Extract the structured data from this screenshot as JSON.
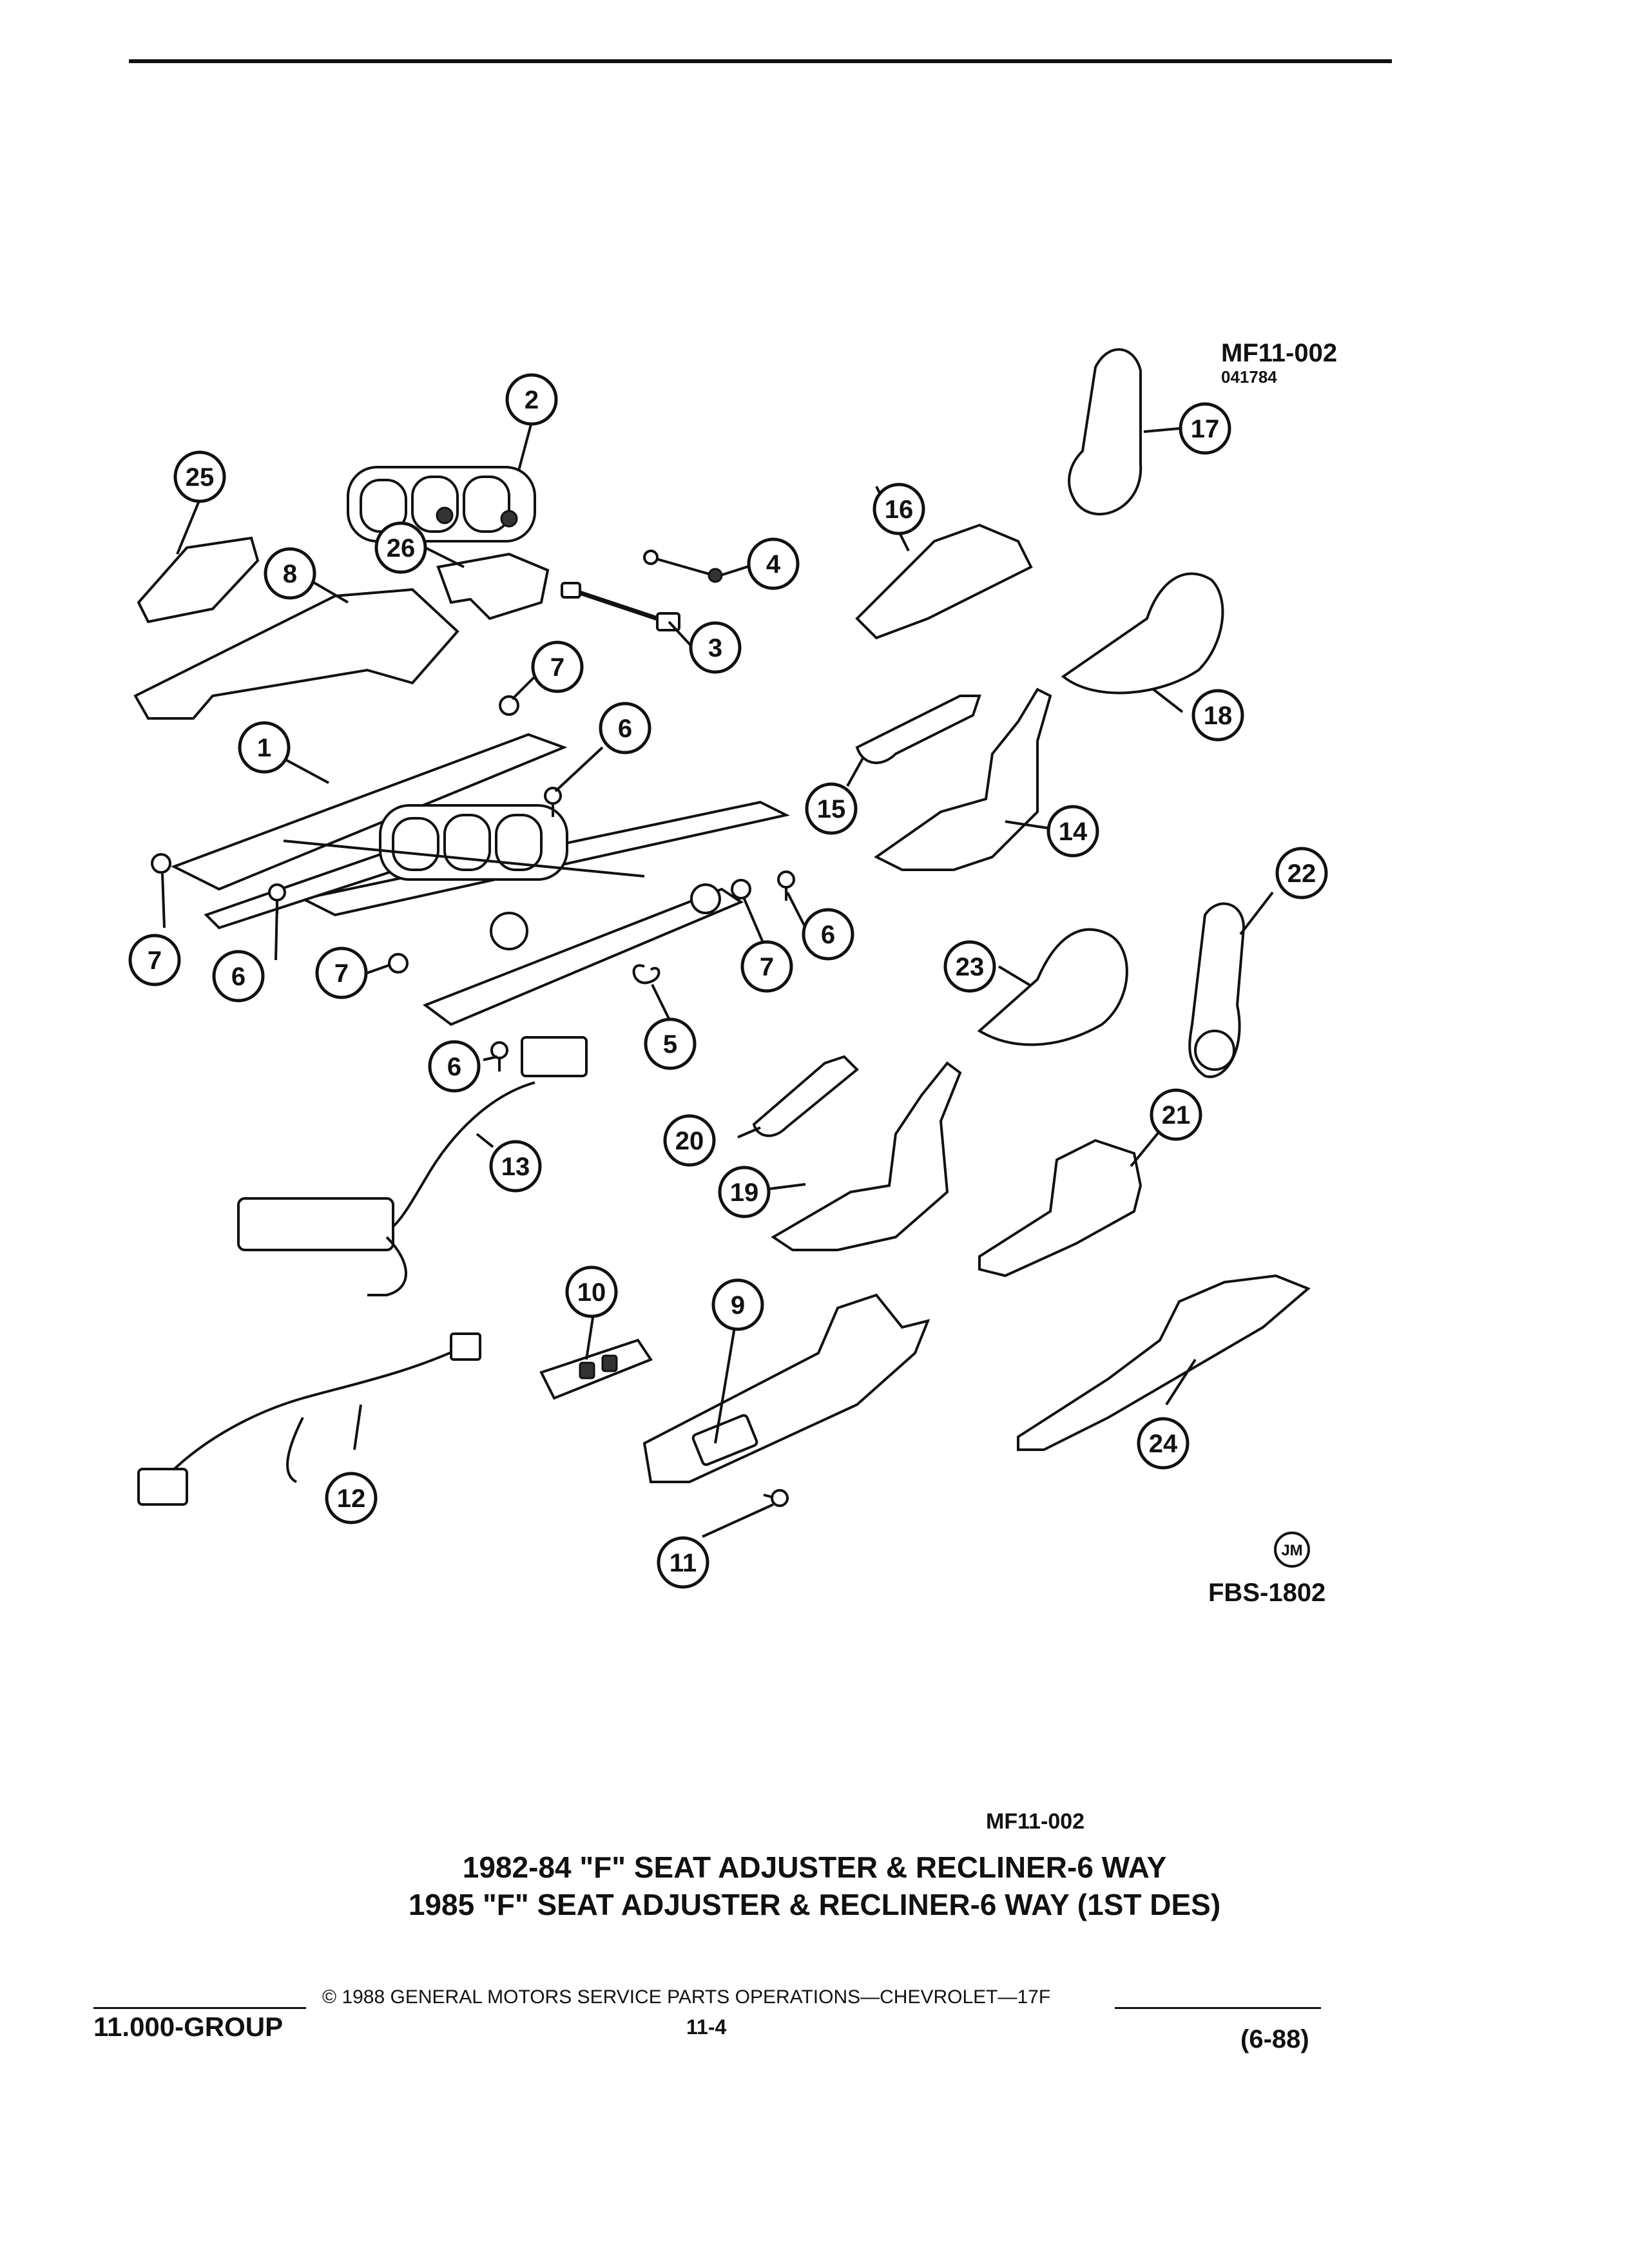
{
  "header": {
    "code": "MF11-002",
    "sub_code": "041784"
  },
  "callouts": [
    {
      "id": "c1",
      "label": "1"
    },
    {
      "id": "c2",
      "label": "2"
    },
    {
      "id": "c3",
      "label": "3"
    },
    {
      "id": "c4",
      "label": "4"
    },
    {
      "id": "c5",
      "label": "5"
    },
    {
      "id": "c6a",
      "label": "6"
    },
    {
      "id": "c6b",
      "label": "6"
    },
    {
      "id": "c6c",
      "label": "6"
    },
    {
      "id": "c6d",
      "label": "6"
    },
    {
      "id": "c7a",
      "label": "7"
    },
    {
      "id": "c7b",
      "label": "7"
    },
    {
      "id": "c7c",
      "label": "7"
    },
    {
      "id": "c7d",
      "label": "7"
    },
    {
      "id": "c8",
      "label": "8"
    },
    {
      "id": "c9",
      "label": "9"
    },
    {
      "id": "c10",
      "label": "10"
    },
    {
      "id": "c11",
      "label": "11"
    },
    {
      "id": "c12",
      "label": "12"
    },
    {
      "id": "c13",
      "label": "13"
    },
    {
      "id": "c14",
      "label": "14"
    },
    {
      "id": "c15",
      "label": "15"
    },
    {
      "id": "c16",
      "label": "16"
    },
    {
      "id": "c17",
      "label": "17"
    },
    {
      "id": "c18",
      "label": "18"
    },
    {
      "id": "c19",
      "label": "19"
    },
    {
      "id": "c20",
      "label": "20"
    },
    {
      "id": "c21",
      "label": "21"
    },
    {
      "id": "c22",
      "label": "22"
    },
    {
      "id": "c23",
      "label": "23"
    },
    {
      "id": "c24",
      "label": "24"
    },
    {
      "id": "c25",
      "label": "25"
    },
    {
      "id": "c26",
      "label": "26"
    }
  ],
  "artist_mark": "JM",
  "figure_id": "FBS-1802",
  "caption": {
    "ref": "MF11-002",
    "line1": "1982-84 \"F\" SEAT ADJUSTER & RECLINER-6 WAY",
    "line2": "1985 \"F\" SEAT ADJUSTER & RECLINER-6 WAY (1ST DES)"
  },
  "footer": {
    "group": "11.000-GROUP",
    "copyright": "© 1988 GENERAL MOTORS SERVICE PARTS OPERATIONS—CHEVROLET—17F",
    "page": "11-4",
    "date": "(6-88)"
  }
}
